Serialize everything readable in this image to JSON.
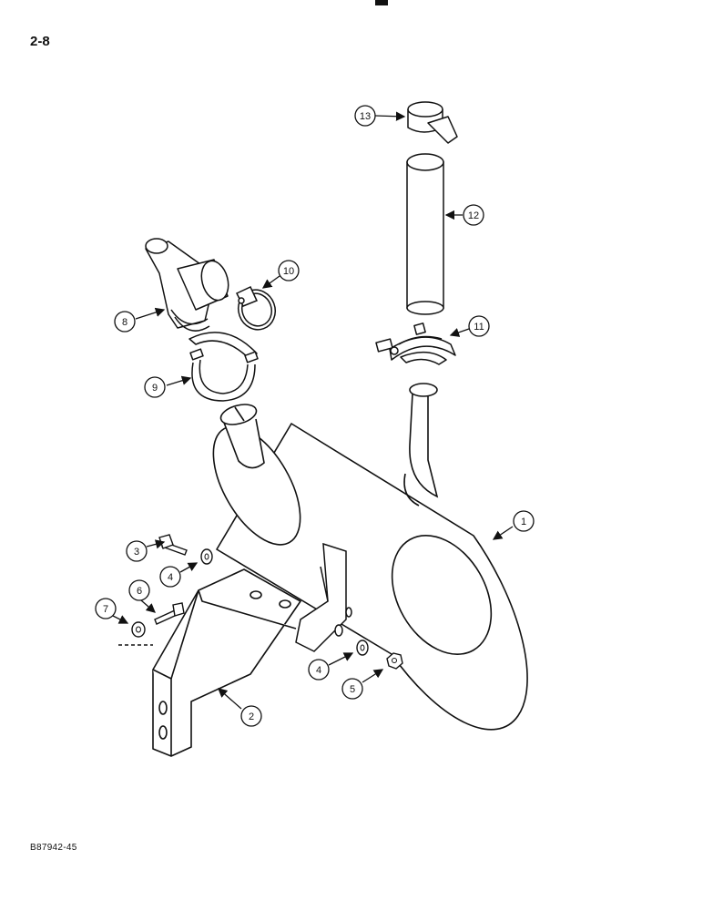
{
  "page_number": "2-8",
  "figure_id": "B87942-45",
  "callouts": [
    {
      "label": "1",
      "part": "muffler"
    },
    {
      "label": "2",
      "part": "mounting-bracket"
    },
    {
      "label": "3",
      "part": "bolt"
    },
    {
      "label": "4",
      "part": "washer"
    },
    {
      "label": "4",
      "part": "washer"
    },
    {
      "label": "5",
      "part": "nut"
    },
    {
      "label": "6",
      "part": "bolt"
    },
    {
      "label": "7",
      "part": "washer"
    },
    {
      "label": "8",
      "part": "elbow-adapter"
    },
    {
      "label": "9",
      "part": "u-bolt-clamp"
    },
    {
      "label": "10",
      "part": "hose-clamp"
    },
    {
      "label": "11",
      "part": "u-bolt-clamp"
    },
    {
      "label": "12",
      "part": "exhaust-pipe"
    },
    {
      "label": "13",
      "part": "rain-cap"
    }
  ]
}
